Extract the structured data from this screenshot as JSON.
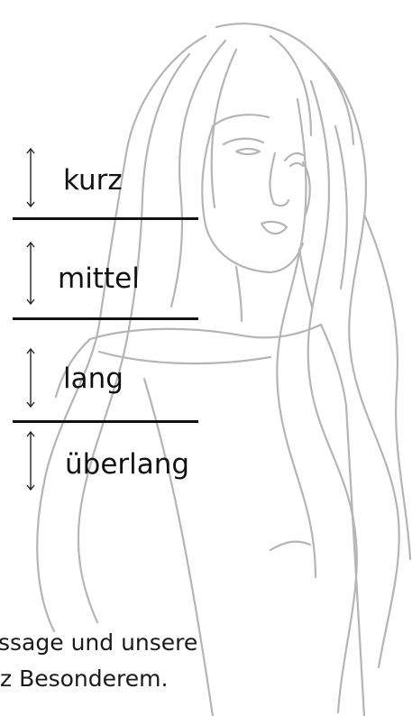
{
  "length_levels": [
    {
      "label": "kurz"
    },
    {
      "label": "mittel"
    },
    {
      "label": "lang"
    },
    {
      "label": "überlang"
    }
  ],
  "footer": {
    "line1": "ssage und unsere",
    "line2": "z Besonderem."
  },
  "colors": {
    "illustration_stroke": "#b5b5b5",
    "text": "#111111",
    "background": "#ffffff"
  }
}
